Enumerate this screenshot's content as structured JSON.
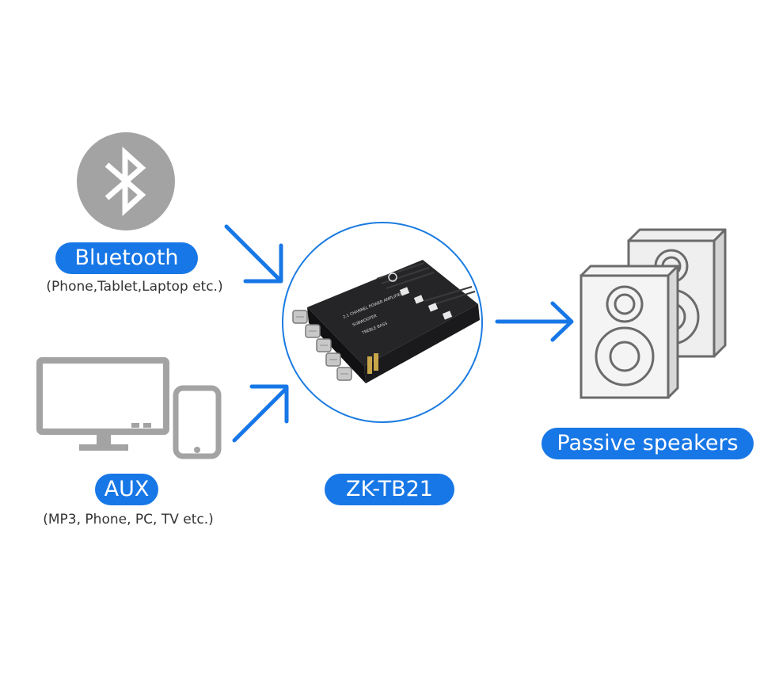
{
  "colors": {
    "accent": "#1877e6",
    "icon_gray": "#a3a3a3",
    "circle_border": "#1a7be0",
    "board_dark": "#1c1c1e",
    "speaker_edge": "#6b6b6b"
  },
  "inputs": {
    "bluetooth": {
      "icon": "bluetooth-icon",
      "label": "Bluetooth",
      "caption": "(Phone,Tablet,Laptop etc.)"
    },
    "aux": {
      "icon": "monitor-and-phone-icon",
      "label": "AUX",
      "caption": "(MP3, Phone, PC, TV etc.)"
    }
  },
  "device": {
    "label": "ZK-TB21",
    "board_text": [
      "2.1 CHANNEL POWER AMPLIFIER",
      "TREBLE",
      "BASS",
      "SUBWOOFER"
    ]
  },
  "output": {
    "icon": "speakers-icon",
    "label": "Passive speakers"
  }
}
